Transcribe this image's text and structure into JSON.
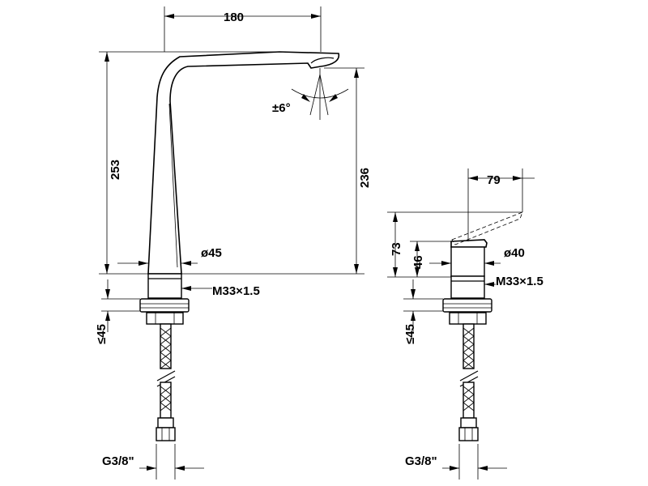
{
  "spout_tap": {
    "reach": "180",
    "total_height": "253",
    "outlet_height": "236",
    "outlet_angle": "±6°",
    "body_diameter": "ø45",
    "thread": "M33×1.5",
    "max_deck_thickness": "≤45",
    "hose_connection": "G3/8\""
  },
  "mixer": {
    "lever_reach": "79",
    "total_height": "73",
    "body_height": "46",
    "body_diameter": "ø40",
    "thread": "M33×1.5",
    "max_deck_thickness": "≤45",
    "hose_connection": "G3/8\""
  }
}
